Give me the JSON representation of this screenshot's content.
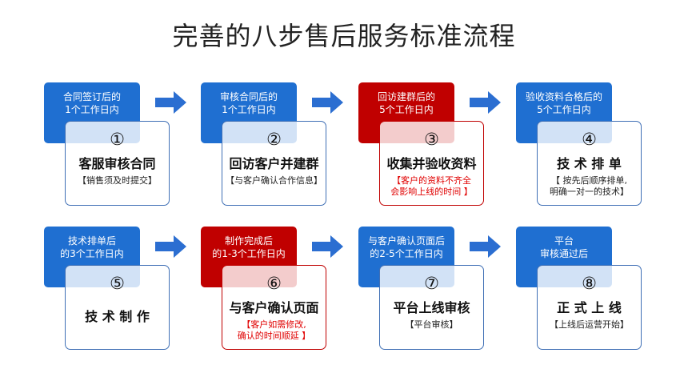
{
  "title": "完善的八步售后服务标准流程",
  "colors": {
    "blue": "#1f6fd1",
    "red": "#c00000",
    "arrow": "#2b6ed1"
  },
  "steps": [
    {
      "tag": [
        "合同签订后的",
        "1个工作日内"
      ],
      "num": "①",
      "name": "客服审核合同",
      "note": [
        "【销售须及时提交】"
      ],
      "highlight": false
    },
    {
      "tag": [
        "审核合同后的",
        "1个工作日内"
      ],
      "num": "②",
      "name": "回访客户并建群",
      "note": [
        "【与客户确认合作信息】"
      ],
      "highlight": false
    },
    {
      "tag": [
        "回访建群后的",
        "5个工作日内"
      ],
      "num": "③",
      "name": "收集并验收资料",
      "note": [
        "【客户的资料不齐全",
        "会影响上线的时间 】"
      ],
      "highlight": true
    },
    {
      "tag": [
        "验收资料合格后的",
        "5个工作日内"
      ],
      "num": "④",
      "name": "技 术 排 单",
      "note": [
        "【 按先后顺序排单,",
        "明确一对一的技术】"
      ],
      "highlight": false
    },
    {
      "tag": [
        "技术排单后",
        "的3个工作日内"
      ],
      "num": "⑤",
      "name": "技 术 制 作",
      "note": [],
      "highlight": false
    },
    {
      "tag": [
        "制作完成后",
        "的1-3个工作日内"
      ],
      "num": "⑥",
      "name": "与客户确认页面",
      "note": [
        "【客户如需修改,",
        "确认的时间顺延 】"
      ],
      "highlight": true
    },
    {
      "tag": [
        "与客户确认页面后",
        "的2-5个工作日内"
      ],
      "num": "⑦",
      "name": "平台上线审核",
      "note": [
        "【平台审核】"
      ],
      "highlight": false
    },
    {
      "tag": [
        "平台",
        "审核通过后"
      ],
      "num": "⑧",
      "name": "正 式 上 线",
      "note": [
        "【上线后运营开始】"
      ],
      "highlight": false
    }
  ]
}
